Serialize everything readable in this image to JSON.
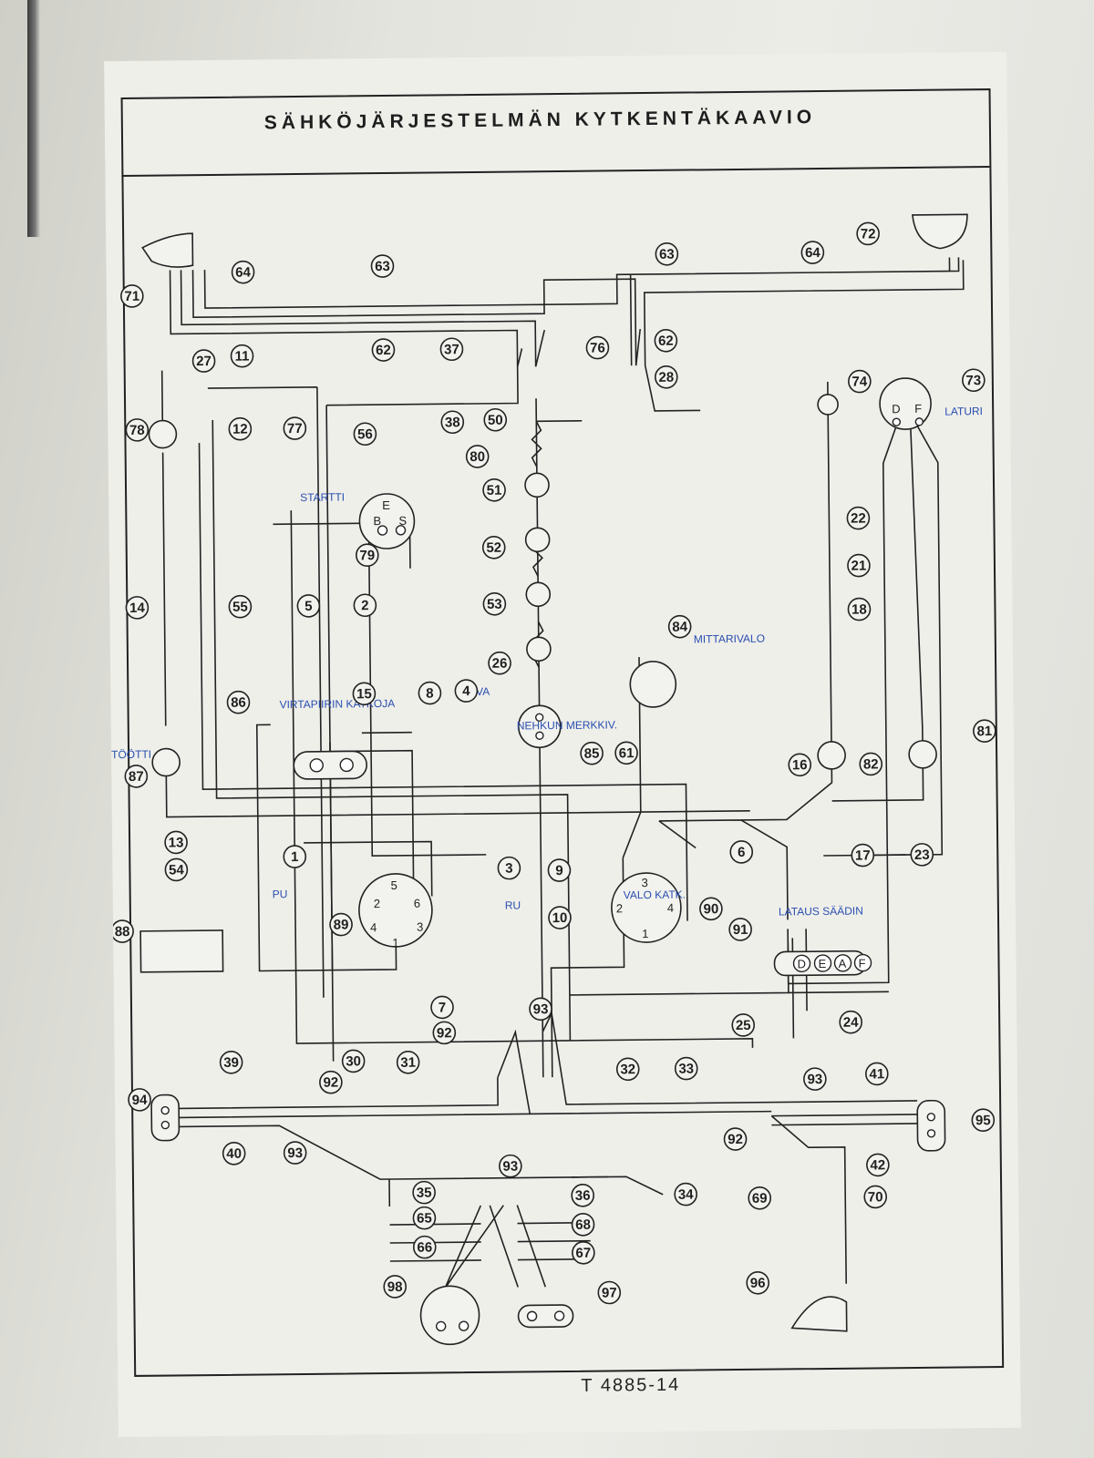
{
  "title": "SÄHKÖJÄRJESTELMÄN KYTKENTÄKAAVIO",
  "drawing_number": "T 4885-14",
  "handwritten_labels": {
    "startti": "STARTTI",
    "laturi": "LATURI",
    "mittarivalo": "MITTARIVALO",
    "virtapiirin_katkoja": "VIRTAPIIRIN KATKOJA",
    "rw": "RU/VA",
    "tootti": "TÖÖTTI",
    "pu": "PU",
    "ru": "RU",
    "valo_katk": "VALO KATK.",
    "lataus_saadin": "LATAUS SÄÄDIN",
    "nehkun_merkkiv": "NEHKUN MERKKIV."
  },
  "terminal_letters": {
    "e": "E",
    "b": "B",
    "s": "S",
    "d1": "D",
    "f1": "F",
    "d2": "D",
    "e2": "E",
    "a2": "A",
    "f2": "F"
  },
  "pins": {
    "sw_1": "1",
    "sw_2": "2",
    "sw_3": "3",
    "sw_4": "4",
    "sw_5": "5",
    "sw_6": "6",
    "lk_1": "1",
    "lk_2": "2",
    "lk_3": "3",
    "lk_4": "4"
  },
  "callouts": {
    "n1": "1",
    "n2": "2",
    "n3": "3",
    "n4": "4",
    "n5": "5",
    "n6": "6",
    "n7": "7",
    "n8": "8",
    "n9": "9",
    "n10": "10",
    "n11": "11",
    "n12": "12",
    "n13": "13",
    "n14": "14",
    "n15": "15",
    "n16": "16",
    "n17": "17",
    "n18": "18",
    "n21": "21",
    "n22": "22",
    "n23": "23",
    "n24": "24",
    "n25": "25",
    "n26": "26",
    "n27": "27",
    "n28": "28",
    "n30": "30",
    "n31": "31",
    "n32": "32",
    "n33": "33",
    "n34": "34",
    "n35": "35",
    "n36": "36",
    "n37": "37",
    "n38": "38",
    "n39": "39",
    "n40": "40",
    "n41": "41",
    "n42": "42",
    "n50": "50",
    "n51": "51",
    "n52": "52",
    "n53": "53",
    "n54": "54",
    "n55": "55",
    "n56": "56",
    "n61": "61",
    "n62a": "62",
    "n62b": "62",
    "n63a": "63",
    "n63b": "63",
    "n64a": "64",
    "n64b": "64",
    "n65": "65",
    "n66": "66",
    "n67": "67",
    "n68": "68",
    "n69": "69",
    "n70": "70",
    "n71": "71",
    "n72": "72",
    "n73": "73",
    "n74": "74",
    "n76": "76",
    "n77": "77",
    "n78": "78",
    "n79": "79",
    "n80": "80",
    "n81": "81",
    "n82": "82",
    "n84": "84",
    "n85": "85",
    "n86": "86",
    "n87": "87",
    "n88": "88",
    "n89": "89",
    "n90": "90",
    "n91": "91",
    "n92a": "92",
    "n92b": "92",
    "n92c": "92",
    "n93a": "93",
    "n93b": "93",
    "n93c": "93",
    "n93d": "93",
    "n94": "94",
    "n95": "95",
    "n96": "96",
    "n97": "97",
    "n98": "98"
  }
}
